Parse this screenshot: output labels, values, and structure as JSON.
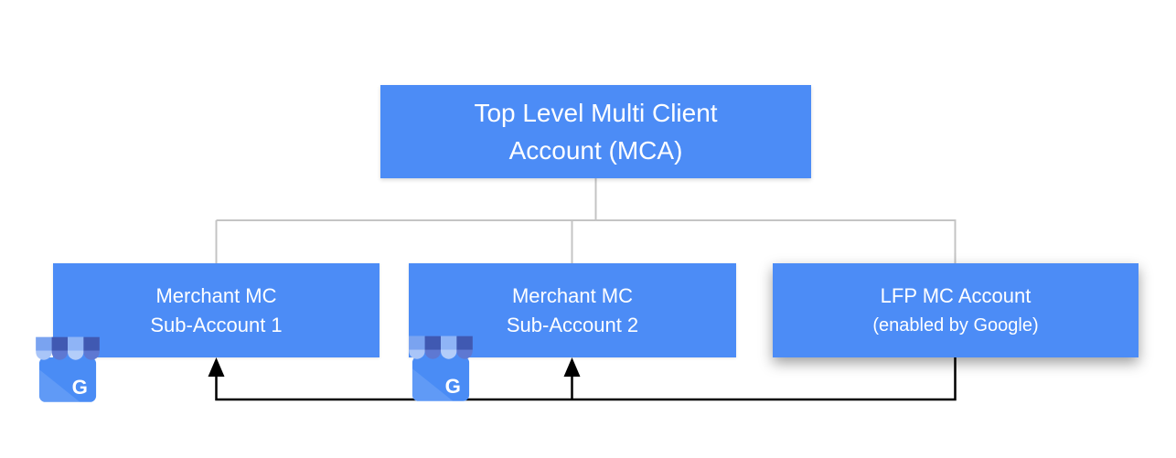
{
  "nodes": {
    "root": {
      "line1": "Top Level Multi Client",
      "line2": "Account (MCA)"
    },
    "sub1": {
      "line1": "Merchant MC",
      "line2": "Sub-Account 1"
    },
    "sub2": {
      "line1": "Merchant MC",
      "line2": "Sub-Account 2"
    },
    "lfp": {
      "line1": "LFP MC Account",
      "line2": "(enabled by Google)"
    }
  },
  "icons": {
    "business_icon_name": "google-my-business-storefront",
    "business_icon_letter": "G"
  },
  "colors": {
    "box_blue": "#4c8cf6",
    "connector_gray": "#c4c4c4",
    "arrow_black": "#000000",
    "text_white": "#ffffff",
    "awning_light_top": "#7aa3f0",
    "awning_light_cap": "#a9c5f8",
    "awning_dark_top": "#4059b2",
    "awning_dark_cap": "#5e78d2",
    "icon_body_blue": "#4a8cf5"
  }
}
